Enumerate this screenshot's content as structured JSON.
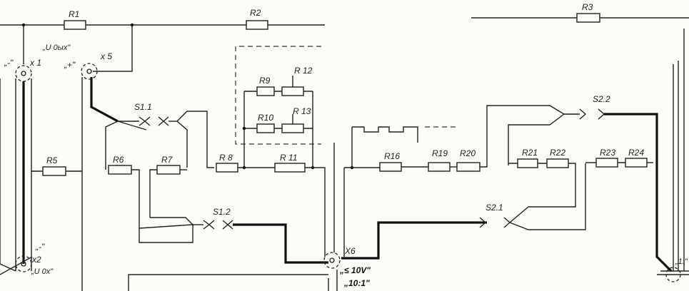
{
  "resistors": {
    "r1": "R1",
    "r2": "R2",
    "r3": "R3",
    "r5": "R5",
    "r6": "R6",
    "r7": "R7",
    "r8": "R 8",
    "r9": "R9",
    "r10": "R10",
    "r11": "R 11",
    "r12": "R 12",
    "r13": "R 13",
    "r16": "R16",
    "r19": "R19",
    "r20": "R20",
    "r21": "R21",
    "r22": "R22",
    "r23": "R23",
    "r24": "R24"
  },
  "connectors": {
    "x1": "x 1",
    "x2": "x2",
    "x5": "x 5",
    "x6": "X6",
    "minus_top": "„-\"",
    "plus_top": "„+\"",
    "minus_bottom": "„-\"",
    "u_out": "„U 0ых\"",
    "u_in": "„U 0х\""
  },
  "switches": {
    "s1_1": "S1.1",
    "s1_2": "S1.2",
    "s2_1": "S2.1",
    "s2_2": "S2.2"
  },
  "annotations": {
    "range_volt": "„≤ 10V\"",
    "range_ratio": "„10:1\"",
    "edge_mark": "„1:\""
  }
}
